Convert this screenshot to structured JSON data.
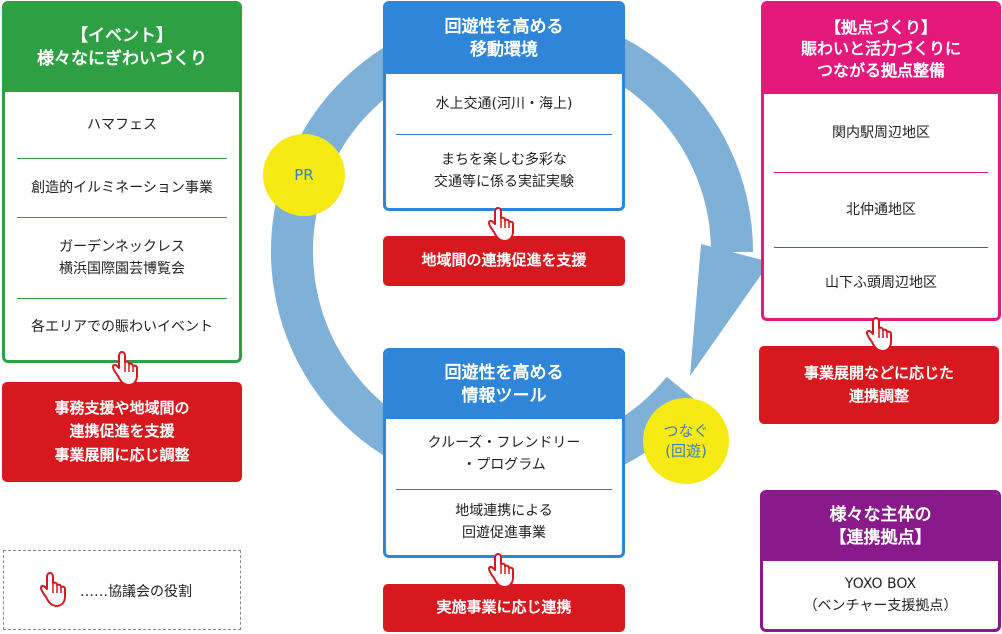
{
  "colors": {
    "green": "#2ea043",
    "blue": "#2f86d8",
    "pink": "#e5197c",
    "purple": "#8a1a8c",
    "red": "#d7191f",
    "arrow": "#7fb0d8",
    "yellow": "#f5ea14"
  },
  "event_card": {
    "title": [
      "【イベント】",
      "様々なにぎわいづくり"
    ],
    "items": [
      [
        "ハマフェス"
      ],
      [
        "創造的イルミネーション事業"
      ],
      [
        "ガーデンネックレス",
        "横浜国際園芸博覧会"
      ],
      [
        "各エリアでの賑わいイベント"
      ]
    ]
  },
  "event_role": [
    "事務支援や地域間の",
    "連携促進を支援",
    "事業展開に応じ調整"
  ],
  "mobility_card": {
    "title": [
      "回遊性を高める",
      "移動環境"
    ],
    "items": [
      [
        "水上交通(河川・海上)"
      ],
      [
        "まちを楽しむ多彩な",
        "交通等に係る実証実験"
      ]
    ]
  },
  "mobility_role": [
    "地域間の連携促進を支援"
  ],
  "info_card": {
    "title": [
      "回遊性を高める",
      "情報ツール"
    ],
    "items": [
      [
        "クルーズ・フレンドリー",
        "・プログラム"
      ],
      [
        "地域連携による",
        "回遊促進事業"
      ]
    ]
  },
  "info_role": [
    "実施事業に応じ連携"
  ],
  "hub_card": {
    "title": [
      "【拠点づくり】",
      "賑わいと活力づくりに",
      "つながる拠点整備"
    ],
    "items": [
      [
        "関内駅周辺地区"
      ],
      [
        "北仲通地区"
      ],
      [
        "山下ふ頭周辺地区"
      ]
    ]
  },
  "hub_role": [
    "事業展開などに応じた",
    "連携調整"
  ],
  "partner_card": {
    "title": [
      "様々な主体の",
      "【連携拠点】"
    ],
    "items": [
      [
        "YOXO BOX",
        "（ベンチャー支援拠点）"
      ]
    ]
  },
  "pr_label": [
    "PR"
  ],
  "connect_label": [
    "つなぐ",
    "(回遊)"
  ],
  "legend": {
    "label": "……協議会の役割",
    "icon": "pointing-hand-icon"
  }
}
